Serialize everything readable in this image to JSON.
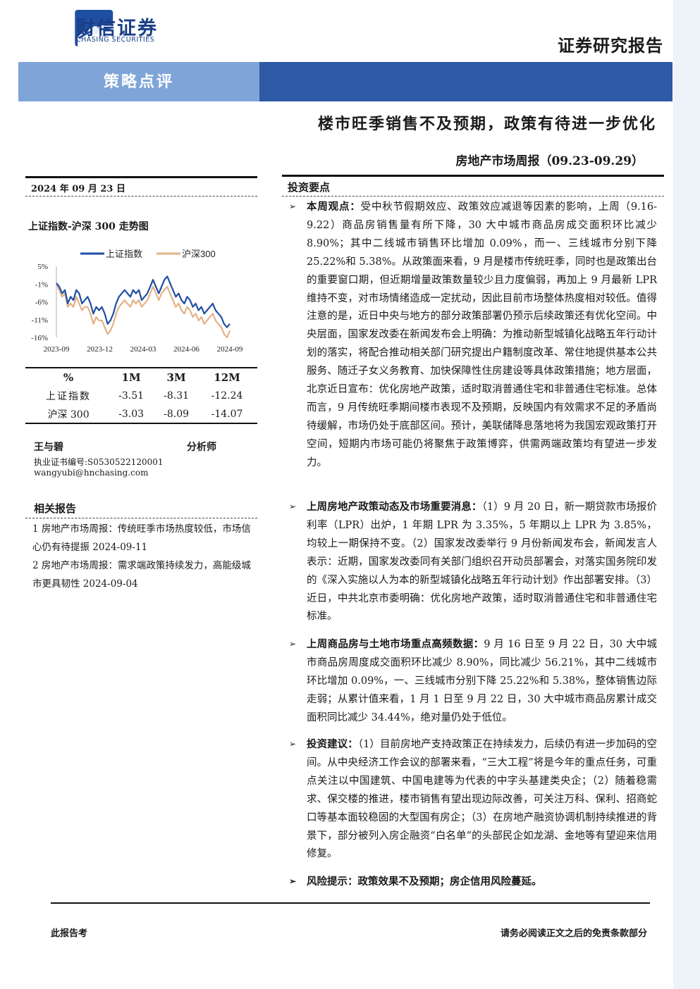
{
  "header": {
    "logo_cn": "财信证券",
    "logo_en": "CHASING SECURITIES",
    "report_type": "证券研究报告",
    "category": "策略点评",
    "title": "楼市旺季销售不及预期，政策有待进一步优化",
    "subtitle": "房地产市场周报（09.23-09.29）"
  },
  "colors": {
    "brand_dark": "#2e5aa6",
    "brand_light": "#7fa5d8",
    "line_sz": "#1f4fa3",
    "line_hs300": "#e3b287"
  },
  "left": {
    "date": "2024 年 09 月 23 日",
    "chart_title": "上证指数-沪深 300 走势图",
    "performance": {
      "headers": [
        "%",
        "1M",
        "3M",
        "12M"
      ],
      "rows": [
        [
          "上证指数",
          "-3.51",
          "-8.31",
          "-12.24"
        ],
        [
          "沪深 300",
          "-3.03",
          "-8.09",
          "-14.07"
        ]
      ]
    },
    "author": "王与碧",
    "author_role": "分析师",
    "cert": "执业证书编号:S0530522120001",
    "email": "wangyubi@hnchasing.com",
    "related_title": "相关报告",
    "related": [
      "1  房地产市场周报：传统旺季市场热度较低，市场信心仍有待提振 2024-09-11",
      "2  房地产市场周报：需求端政策持续发力，高能级城市更具韧性 2024-09-04"
    ]
  },
  "chart_data": {
    "type": "line",
    "x_ticks": [
      "2023-09",
      "2023-12",
      "2024-03",
      "2024-06",
      "2024-09"
    ],
    "y_ticks": [
      "5%",
      "-1%",
      "-6%",
      "-11%",
      "-16%"
    ],
    "ylim": [
      -16,
      5
    ],
    "series": [
      {
        "name": "上证指数",
        "color": "#1f4fa3",
        "values": [
          0,
          -1,
          -3,
          -2,
          -6,
          -4,
          -5,
          -2,
          -3,
          -6,
          -5,
          -4,
          -6,
          -9,
          -7,
          -8,
          -7,
          -9,
          -12,
          -11,
          -9,
          -6,
          -4,
          -3,
          -2,
          -3,
          -4,
          -2,
          -3,
          -2,
          -5,
          -4,
          -3,
          -1,
          1,
          -1,
          -3,
          -1,
          1,
          2,
          0,
          -2,
          -4,
          -3,
          -5,
          -6,
          -4,
          -5,
          -7,
          -6,
          -8,
          -7,
          -9,
          -8,
          -7,
          -6,
          -8,
          -9,
          -10,
          -12,
          -13,
          -12
        ]
      },
      {
        "name": "沪深300",
        "color": "#e3b287",
        "values": [
          0,
          -2,
          -4,
          -3,
          -7,
          -6,
          -7,
          -4,
          -6,
          -8,
          -7,
          -7,
          -9,
          -12,
          -10,
          -11,
          -11,
          -13,
          -15,
          -14,
          -12,
          -9,
          -7,
          -6,
          -5,
          -6,
          -7,
          -5,
          -6,
          -5,
          -7,
          -6,
          -5,
          -3,
          -1,
          -3,
          -5,
          -3,
          -2,
          -1,
          -3,
          -5,
          -7,
          -6,
          -8,
          -9,
          -7,
          -8,
          -10,
          -9,
          -11,
          -10,
          -12,
          -11,
          -10,
          -9,
          -11,
          -12,
          -13,
          -15,
          -16,
          -14
        ]
      }
    ]
  },
  "right": {
    "title": "投资要点",
    "bullets": [
      {
        "head": "本周观点：",
        "body": "受中秋节假期效应、政策效应减退等因素的影响，上周（9.16-9.22）商品房销售量有所下降，30 大中城市商品房成交面积环比减少 8.90%；其中二线城市销售环比增加 0.09%，而一、三线城市分别下降 25.22%和 5.38%。从政策面来看，9 月是楼市传统旺季，同时也是政策出台的重要窗口期，但近期增量政策数量较少且力度偏弱，再加上 9 月最新 LPR 维持不变，对市场情绪造成一定扰动，因此目前市场整体热度相对较低。值得注意的是，近日中央与地方的部分政策部署仍预示后续政策还有优化空间。中央层面，国家发改委在新闻发布会上明确：为推动新型城镇化战略五年行动计划的落实，将配合推动相关部门研究提出户籍制度改革、常住地提供基本公共服务、随迁子女义务教育、加快保障性住房建设等具体政策措施；地方层面，北京近日宣布：优化房地产政策，适时取消普通住宅和非普通住宅标准。总体而言，9 月传统旺季期间楼市表现不及预期，反映国内有效需求不足的矛盾尚待缓解，市场仍处于底部区间。预计，美联储降息落地将为我国宏观政策打开空间，短期内市场可能仍将聚焦于政策博弈，供需两端政策均有望进一步发力。"
      },
      {
        "head": "上周房地产政策动态及市场重要消息：",
        "body": "（1）9 月 20 日，新一期贷款市场报价利率（LPR）出炉，1 年期 LPR 为 3.35%，5 年期以上 LPR 为 3.85%，均较上一期保持不变。（2）国家发改委举行 9 月份新闻发布会，新闻发言人表示：近期，国家发改委同有关部门组织召开动员部署会，对落实国务院印发的《深入实施以人为本的新型城镇化战略五年行动计划》作出部署安排。（3）近日，中共北京市委明确：优化房地产政策，适时取消普通住宅和非普通住宅标准。"
      },
      {
        "head": "上周商品房与土地市场重点高频数据：",
        "body": "9 月 16 日至 9 月 22 日，30 大中城市商品房周度成交面积环比减少 8.90%，同比减少 56.21%，其中二线城市环比增加 0.09%，一、三线城市分别下降 25.22%和 5.38%，整体销售边际走弱；从累计值来看，1 月 1 日至 9 月 22 日，30 大中城市商品房累计成交面积同比减少 34.44%，绝对量仍处于低位。"
      },
      {
        "head": "投资建议：",
        "body": "（1）目前房地产支持政策正在持续发力，后续仍有进一步加码的空间。从中央经济工作会议的部署来看，“三大工程”将是今年的重点任务，可重点关注以中国建筑、中国电建等为代表的中字头基建类央企；（2）随着稳需求、保交楼的推进，楼市销售有望出现边际改善，可关注万科、保利、招商蛇口等基本面较稳固的大型国有房企；（3）在房地产融资协调机制持续推进的背景下，部分被列入房企融资“白名单”的头部民企如龙湖、金地等有望迎来信用修复。"
      },
      {
        "head": "风险提示：",
        "body": "政策效果不及预期；房企信用风险蔓延。"
      }
    ]
  },
  "footer": {
    "left": "此报告考",
    "right": "请务必阅读正文之后的免责条款部分"
  }
}
